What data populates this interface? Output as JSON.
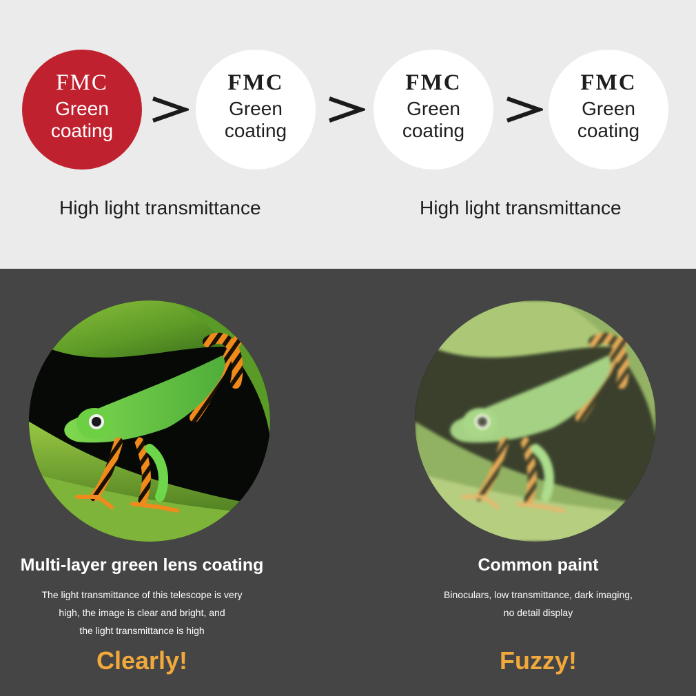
{
  "coatings": [
    {
      "brand": "FMC",
      "line1": "Green",
      "line2": "coating",
      "color": "#c0212f"
    },
    {
      "brand": "FMC",
      "line1": "Green",
      "line2": "coating",
      "color": "#ffffff"
    },
    {
      "brand": "FMC",
      "line1": "Green",
      "line2": "coating",
      "color": "#ffffff"
    },
    {
      "brand": "FMC",
      "line1": "Green",
      "line2": "coating",
      "color": "#ffffff"
    }
  ],
  "separator_icon": "greater-than-icon",
  "captions": [
    "High light transmittance",
    "High light transmittance"
  ],
  "left": {
    "heading": "Multi-layer green lens coating",
    "desc": [
      "The light transmittance of this telescope is very",
      "high, the image is clear and bright, and",
      "the light transmittance is high"
    ],
    "verdict": "Clearly!"
  },
  "right": {
    "heading": "Common paint",
    "desc": [
      "Binoculars, low transmittance, dark imaging,",
      "no detail display"
    ],
    "verdict": "Fuzzy!"
  },
  "colors": {
    "accent_red": "#c0212f",
    "verdict_orange": "#f2a93b",
    "dark_panel": "#454545",
    "light_panel": "#ebebeb"
  }
}
